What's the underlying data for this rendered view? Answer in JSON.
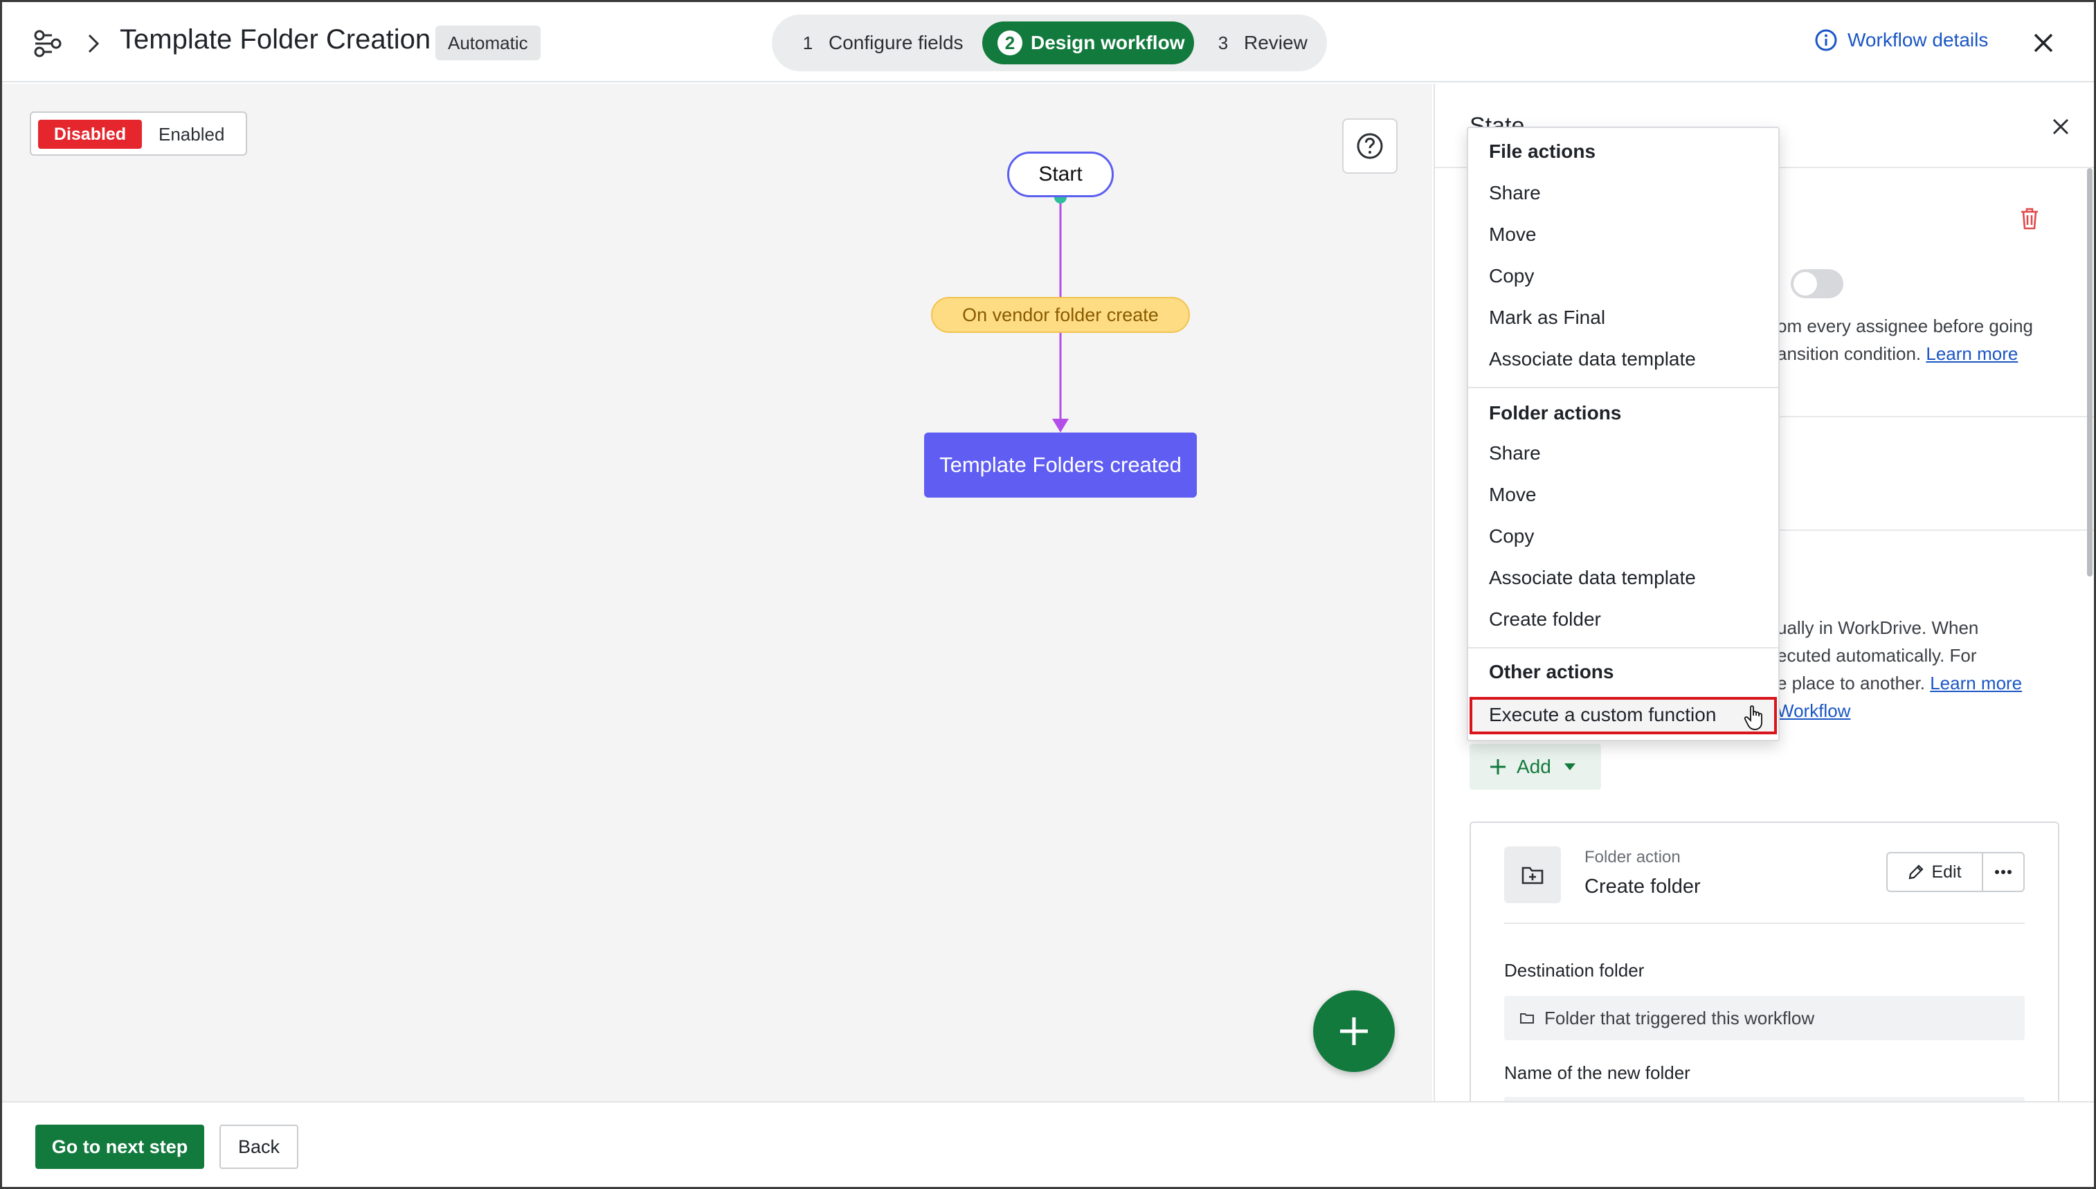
{
  "header": {
    "title": "Template Folder Creation",
    "badge": "Automatic",
    "steps": [
      {
        "num": "1",
        "label": "Configure fields"
      },
      {
        "num": "2",
        "label": "Design workflow"
      },
      {
        "num": "3",
        "label": "Review"
      }
    ],
    "workflow_details": "Workflow details"
  },
  "canvas": {
    "toggle": {
      "disabled": "Disabled",
      "enabled": "Enabled"
    },
    "nodes": {
      "start": "Start",
      "trigger": "On vendor folder create",
      "state": "Template Folders created"
    }
  },
  "panel": {
    "title": "State",
    "desc1_line1": "om every assignee before going",
    "desc1_line2": "ansition condition.",
    "learn_more": "Learn more",
    "desc2_line1": "ually in WorkDrive. When",
    "desc2_line2": "ecuted automatically. For",
    "desc2_line3": "e place to another.",
    "workflow_link": "Workflow",
    "add_label": "Add",
    "action_card": {
      "type": "Folder action",
      "name": "Create folder",
      "edit": "Edit",
      "destination_label": "Destination folder",
      "destination_value": "Folder that triggered this workflow",
      "new_folder_label": "Name of the new folder"
    }
  },
  "menu": {
    "file_actions": {
      "heading": "File actions",
      "items": [
        "Share",
        "Move",
        "Copy",
        "Mark as Final",
        "Associate data template"
      ]
    },
    "folder_actions": {
      "heading": "Folder actions",
      "items": [
        "Share",
        "Move",
        "Copy",
        "Associate data template",
        "Create folder"
      ]
    },
    "other_actions": {
      "heading": "Other actions",
      "items": [
        "Execute a custom function"
      ]
    }
  },
  "footer": {
    "next": "Go to next step",
    "back": "Back"
  },
  "colors": {
    "primary_green": "#137a3e",
    "disabled_red": "#e5262d",
    "state_node": "#5f5df2",
    "trigger_node": "#fddc83",
    "link_blue": "#1a56c4",
    "highlight_box": "#d9141b"
  }
}
